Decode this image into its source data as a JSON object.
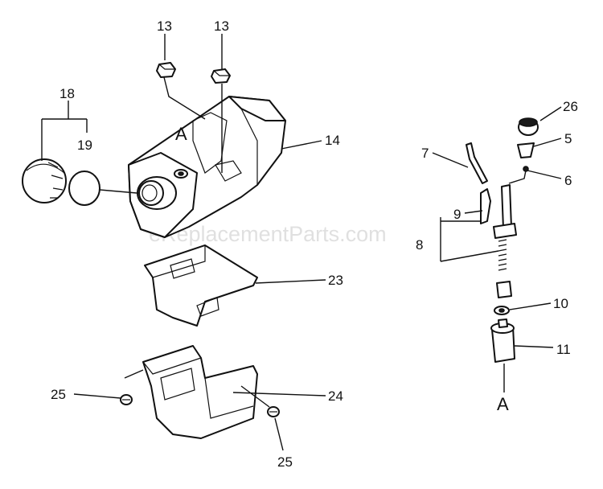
{
  "watermark": "eReplacementParts.com",
  "callouts": {
    "c13a": "13",
    "c13b": "13",
    "c14": "14",
    "c18": "18",
    "c19": "19",
    "cA_tank": "A",
    "c23": "23",
    "c24": "24",
    "c25a": "25",
    "c25b": "25",
    "c26": "26",
    "c5": "5",
    "c6": "6",
    "c7": "7",
    "c8": "8",
    "c9": "9",
    "c10": "10",
    "c11": "11",
    "cA_filter": "A"
  }
}
